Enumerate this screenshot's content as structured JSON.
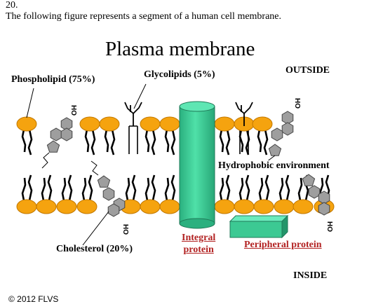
{
  "question": {
    "number": "20.",
    "text": "The following figure represents a segment of a human cell membrane."
  },
  "diagram": {
    "title": "Plasma membrane",
    "labels": {
      "phospholipid": "Phospholipid (75%)",
      "glycolipids": "Glycolipids (5%)",
      "outside": "OUTSIDE",
      "hydrophobic": "Hydrophobic environment",
      "cholesterol": "Cholesterol (20%)",
      "integral_line1": "Integral",
      "integral_line2": "protein",
      "peripheral": "Peripheral protein",
      "inside": "INSIDE"
    },
    "hydroxyl_label": "HO",
    "colors": {
      "head": "#f5a30f",
      "protein": "#3cc993",
      "ring": "#9e9e9e",
      "protein_label": "#b22222"
    }
  },
  "footer": {
    "copyright": "© 2012 FLVS"
  }
}
